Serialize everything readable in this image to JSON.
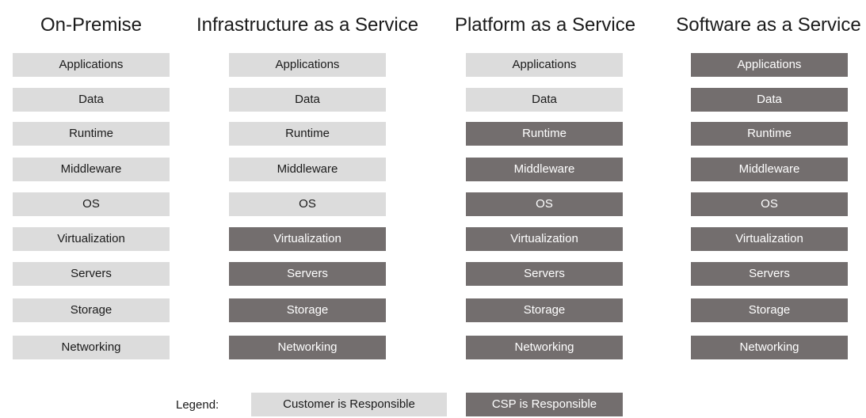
{
  "colors": {
    "customer": "#dcdcdc",
    "csp": "#736e6e"
  },
  "columns": [
    {
      "title": "On-Premise",
      "cells": [
        {
          "label": "Applications",
          "owner": "customer"
        },
        {
          "label": "Data",
          "owner": "customer"
        },
        {
          "label": "Runtime",
          "owner": "customer"
        },
        {
          "label": "Middleware",
          "owner": "customer"
        },
        {
          "label": "OS",
          "owner": "customer"
        },
        {
          "label": "Virtualization",
          "owner": "customer"
        },
        {
          "label": "Servers",
          "owner": "customer"
        },
        {
          "label": "Storage",
          "owner": "customer"
        },
        {
          "label": "Networking",
          "owner": "customer"
        }
      ]
    },
    {
      "title": "Infrastructure as a Service",
      "cells": [
        {
          "label": "Applications",
          "owner": "customer"
        },
        {
          "label": "Data",
          "owner": "customer"
        },
        {
          "label": "Runtime",
          "owner": "customer"
        },
        {
          "label": "Middleware",
          "owner": "customer"
        },
        {
          "label": "OS",
          "owner": "customer"
        },
        {
          "label": "Virtualization",
          "owner": "csp"
        },
        {
          "label": "Servers",
          "owner": "csp"
        },
        {
          "label": "Storage",
          "owner": "csp"
        },
        {
          "label": "Networking",
          "owner": "csp"
        }
      ]
    },
    {
      "title": "Platform as a Service",
      "cells": [
        {
          "label": "Applications",
          "owner": "customer"
        },
        {
          "label": "Data",
          "owner": "customer"
        },
        {
          "label": "Runtime",
          "owner": "csp"
        },
        {
          "label": "Middleware",
          "owner": "csp"
        },
        {
          "label": "OS",
          "owner": "csp"
        },
        {
          "label": "Virtualization",
          "owner": "csp"
        },
        {
          "label": "Servers",
          "owner": "csp"
        },
        {
          "label": "Storage",
          "owner": "csp"
        },
        {
          "label": "Networking",
          "owner": "csp"
        }
      ]
    },
    {
      "title": "Software as a Service",
      "cells": [
        {
          "label": "Applications",
          "owner": "csp"
        },
        {
          "label": "Data",
          "owner": "csp"
        },
        {
          "label": "Runtime",
          "owner": "csp"
        },
        {
          "label": "Middleware",
          "owner": "csp"
        },
        {
          "label": "OS",
          "owner": "csp"
        },
        {
          "label": "Virtualization",
          "owner": "csp"
        },
        {
          "label": "Servers",
          "owner": "csp"
        },
        {
          "label": "Storage",
          "owner": "csp"
        },
        {
          "label": "Networking",
          "owner": "csp"
        }
      ]
    }
  ],
  "legend": {
    "label": "Legend:",
    "customer_label": "Customer is Responsible",
    "csp_label": "CSP is Responsible"
  }
}
